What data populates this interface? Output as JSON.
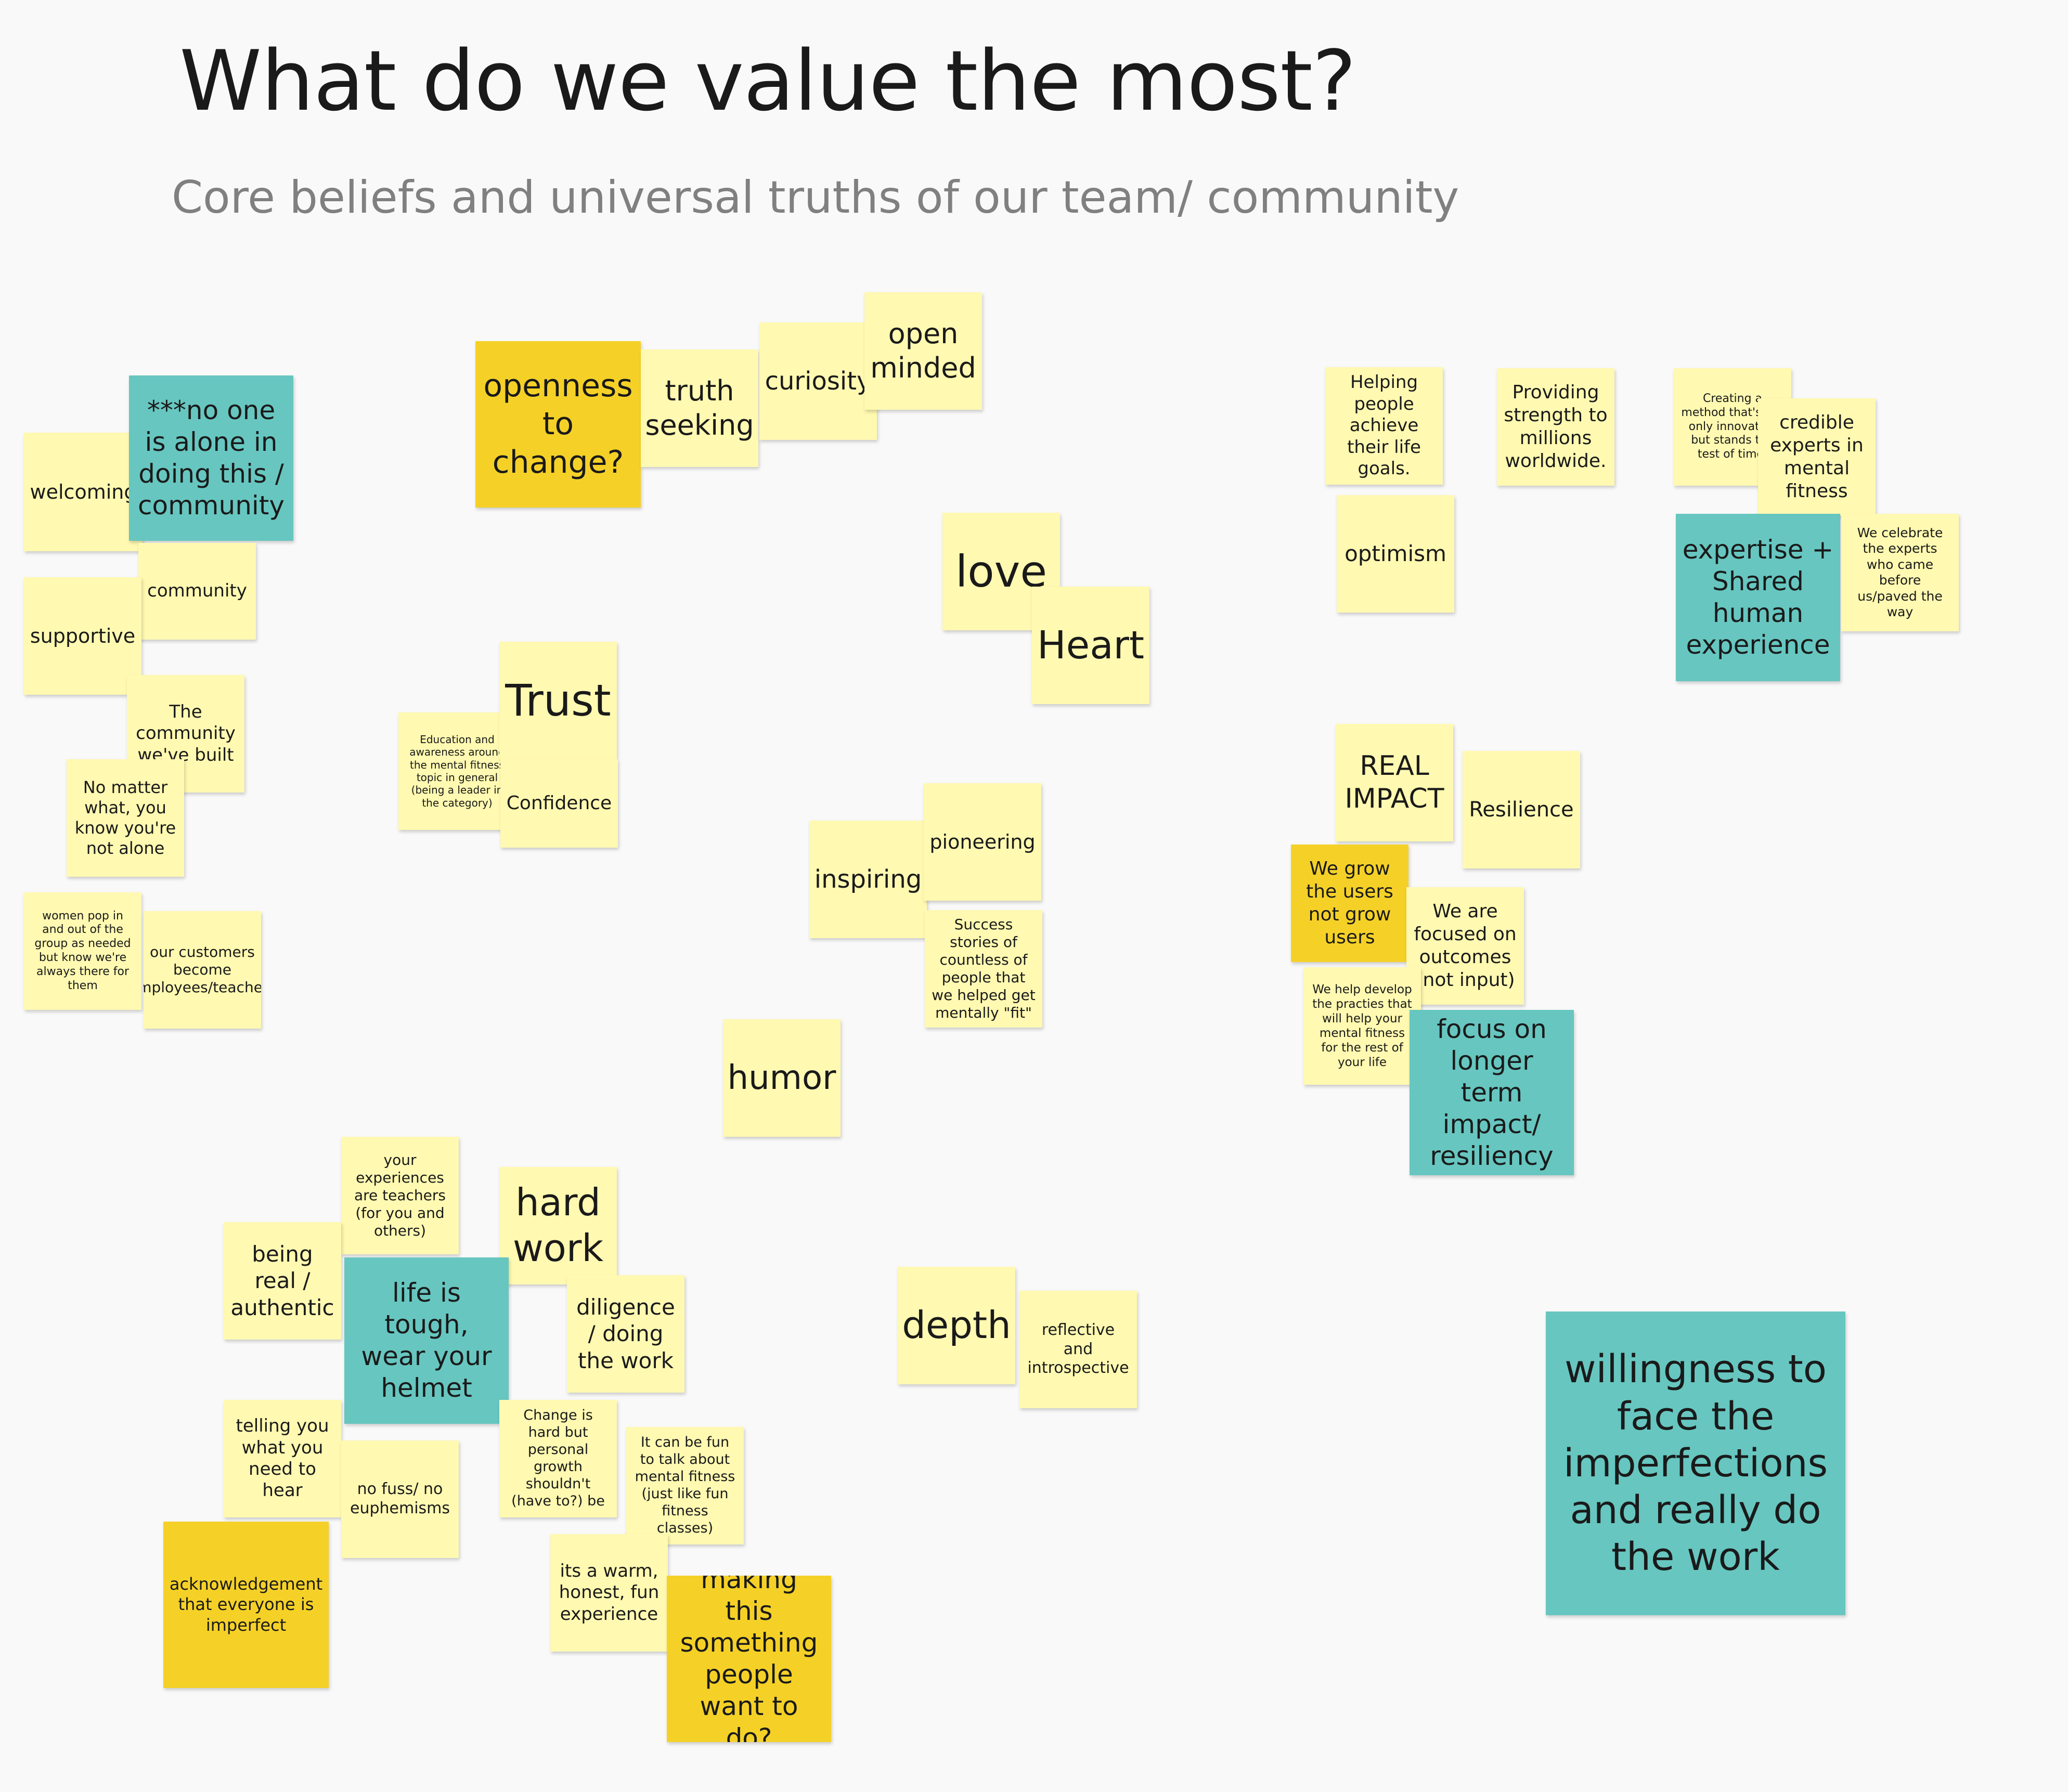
{
  "board": {
    "title": "What do we value the most?",
    "subtitle": "Core beliefs and universal truths of our team/ community"
  },
  "colors": {
    "yellow": "#fff9b1",
    "gold": "#f5d128",
    "teal": "#67c6c0",
    "background": "#f9f9f9"
  },
  "notes": {
    "welcoming": "welcoming",
    "no_one_alone": "***no one is alone in doing this / community",
    "community": "community",
    "supportive": "supportive",
    "community_built": "The community we've built",
    "no_matter_what": "No matter what, you know you're not alone",
    "women_pop": "women pop in and out of the group as needed but know we're always there for them",
    "customers_become": "our customers become employees/teachers",
    "openness": "openness to change?",
    "truth_seeking": "truth seeking",
    "curiosity": "curiosity",
    "open_minded": "open minded",
    "love": "love",
    "heart": "Heart",
    "trust": "Trust",
    "education": "Education and awareness around the mental fitness topic in general (being a leader in the category)",
    "confidence": "Confidence",
    "inspiring": "inspiring",
    "pioneering": "pioneering",
    "success_stories": "Success stories of countless of people that we helped get mentally \"fit\"",
    "humor": "humor",
    "helping_people": "Helping people achieve their life goals.",
    "providing_strength": "Providing strength to millions worldwide.",
    "creating_method": "Creating a method that's not only innovative but stands the test of time.",
    "credible_experts": "credible experts in mental fitness",
    "optimism": "optimism",
    "expertise_shared": "expertise + Shared human experience",
    "celebrate_experts": "We celebrate the experts who came before us/paved the way",
    "real_impact": "REAL IMPACT",
    "resilience": "Resilience",
    "grow_users": "We grow the users not grow users",
    "focused_outcomes": "We are focused on outcomes (not input)",
    "help_develop": "We help develop the practies that will help your mental fitness for the rest of your life",
    "longer_term": "focus on longer term impact/ resiliency",
    "your_experiences": "your experiences are teachers (for you and others)",
    "hard_work": "hard work",
    "being_real": "being real / authentic",
    "life_tough": "life is tough, wear your helmet",
    "diligence": "diligence / doing the work",
    "telling_you": "telling you what you need to hear",
    "no_fuss": "no fuss/ no euphemisms",
    "change_hard": "Change is hard but personal growth shouldn't (have to?) be",
    "fun_to_talk": "It can be fun to talk about mental fitness (just like fun fitness classes)",
    "acknowledgement": "acknowledgement that everyone is imperfect",
    "warm_honest": "its a warm, honest, fun experience",
    "making_this": "making this something people want to do?",
    "depth": "depth",
    "reflective": "reflective and introspective",
    "willingness": "willingness to face the imperfections and really do the work"
  }
}
